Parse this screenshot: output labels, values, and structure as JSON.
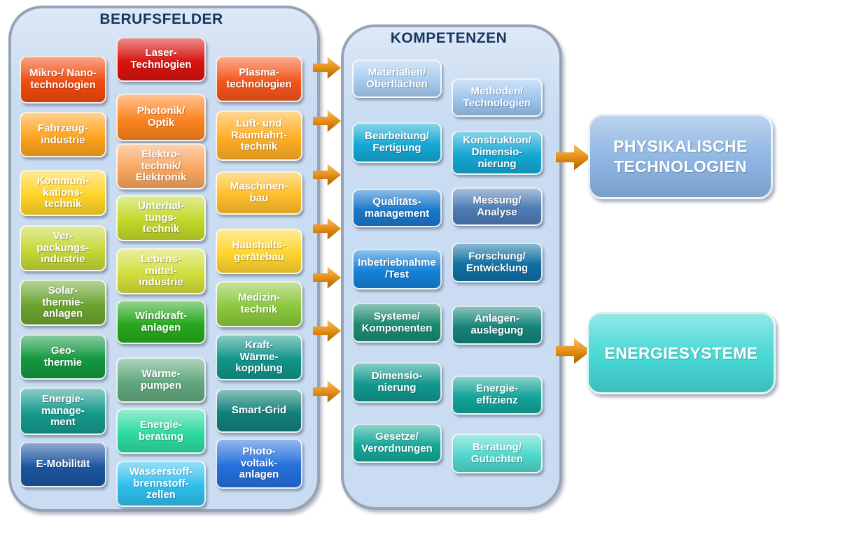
{
  "arrow_color": "#E08A10",
  "berufsfelder": {
    "title": "BERUFSFELDER",
    "title_color": "#17375E",
    "panel_fill": "#C9DCF2",
    "col1": [
      {
        "label": "Mikro-/ Nano-\ntechnologien",
        "color": "#F04A0E"
      },
      {
        "label": "Fahrzeug-\nindustrie",
        "color": "#FFA41E"
      },
      {
        "label": "Kommuni-\nkations-\ntechnik",
        "color": "#FFD428"
      },
      {
        "label": "Ver-\npackungs-\nindustrie",
        "color": "#C6D836"
      },
      {
        "label": "Solar-\nthermie-\nanlagen",
        "color": "#6CA430"
      },
      {
        "label": "Geo-\nthermie",
        "color": "#129840"
      },
      {
        "label": "Energie-\nmanage-\nment",
        "color": "#16998C"
      },
      {
        "label": "E-Mobilität",
        "color": "#1D55A0"
      }
    ],
    "col2": [
      {
        "label": "Laser-\nTechnlogien",
        "color": "#D81410"
      },
      {
        "label": "Photonik/\nOptik",
        "color": "#FC8420"
      },
      {
        "label": "Elektro-\ntechnik/\nElektronik",
        "color": "#F9A55E"
      },
      {
        "label": "Unterhal-\ntungs-\ntechnik",
        "color": "#C2D82A"
      },
      {
        "label": "Lebens-\nmittel-\nindustrie",
        "color": "#D2DE3C"
      },
      {
        "label": "Windkraft-\nanlagen",
        "color": "#28A81E"
      },
      {
        "label": "Wärme-\npumpen",
        "color": "#62A87E"
      },
      {
        "label": "Energie-\nberatung",
        "color": "#2EDAA2"
      },
      {
        "label": "Wasserstoff-\nbrennstoff-\nzellen",
        "color": "#30BEEE"
      }
    ],
    "col3": [
      {
        "label": "Plasma-\ntechnologien",
        "color": "#F4561C"
      },
      {
        "label": "Luft- und\nRaumfahrt-\ntechnik",
        "color": "#FFAE24"
      },
      {
        "label": "Maschinen-\nbau",
        "color": "#FFBE2A"
      },
      {
        "label": "Haushalts-\ngerätebau",
        "color": "#FFD42E"
      },
      {
        "label": "Medizin-\ntechnik",
        "color": "#8CC83E"
      },
      {
        "label": "Kraft-\nWärme-\nkopplung",
        "color": "#12948A"
      },
      {
        "label": "Smart-Grid",
        "color": "#13807C"
      },
      {
        "label": "Photo-\nvoltaik-\nanlagen",
        "color": "#2470DC"
      }
    ]
  },
  "kompetenzen": {
    "title": "KOMPETENZEN",
    "title_color": "#17375E",
    "panel_fill": "#C9DCF2",
    "col1": [
      {
        "label": "Materialien/\nOberflächen",
        "color": "#A8CCF0"
      },
      {
        "label": "Bearbeitung/\nFertigung",
        "color": "#14A8D4"
      },
      {
        "label": "Qualitäts-\nmanagement",
        "color": "#1B78CC"
      },
      {
        "label": "Inbetriebnahme\n/Test",
        "color": "#1681D8"
      },
      {
        "label": "Systeme/\nKomponenten",
        "color": "#1B8A72"
      },
      {
        "label": "Dimensio-\nnierung",
        "color": "#12988E"
      },
      {
        "label": "Gesetze/\nVerordnungen",
        "color": "#16A89A"
      }
    ],
    "col2": [
      {
        "label": "Methoden/\nTechnologien",
        "color": "#9CC4EE"
      },
      {
        "label": "Konstruktion/\nDimensio-\nnierung",
        "color": "#14A8D4"
      },
      {
        "label": "Messung/\nAnalyse",
        "color": "#4E7CB6"
      },
      {
        "label": "Forschung/\nEntwicklung",
        "color": "#1070A4"
      },
      {
        "label": "Anlagen-\nauslegung",
        "color": "#15837A"
      },
      {
        "label": "Energie-\neffizienz",
        "color": "#12A49A"
      },
      {
        "label": "Beratung/\nGutachten",
        "color": "#4FD8CE"
      }
    ]
  },
  "outputs": {
    "physikalische": {
      "label": "PHYSIKALISCHE\nTECHNOLOGIEN",
      "color": "#8CB4E2"
    },
    "energiesysteme": {
      "label": "ENERGIESYSTEME",
      "color": "#46D8D4"
    }
  }
}
